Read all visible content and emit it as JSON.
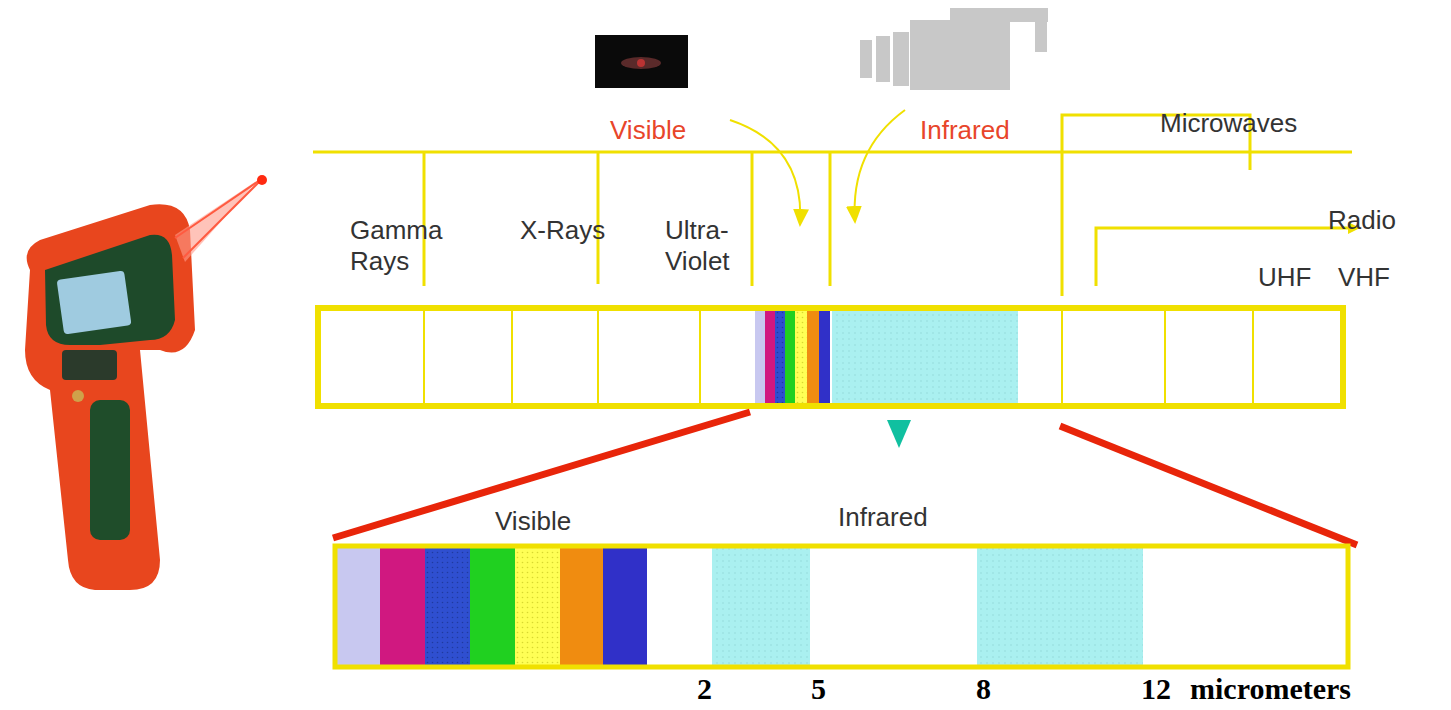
{
  "diagram": {
    "labels": [
      "Visible",
      "Infrared",
      "Microwaves",
      "Gamma Rays",
      "X-Rays",
      "Ultra- Violet",
      "Radio",
      "UHF",
      "VHF",
      "Visible",
      "Infrared",
      "2",
      "5",
      "8",
      "12",
      "micrometers"
    ]
  }
}
